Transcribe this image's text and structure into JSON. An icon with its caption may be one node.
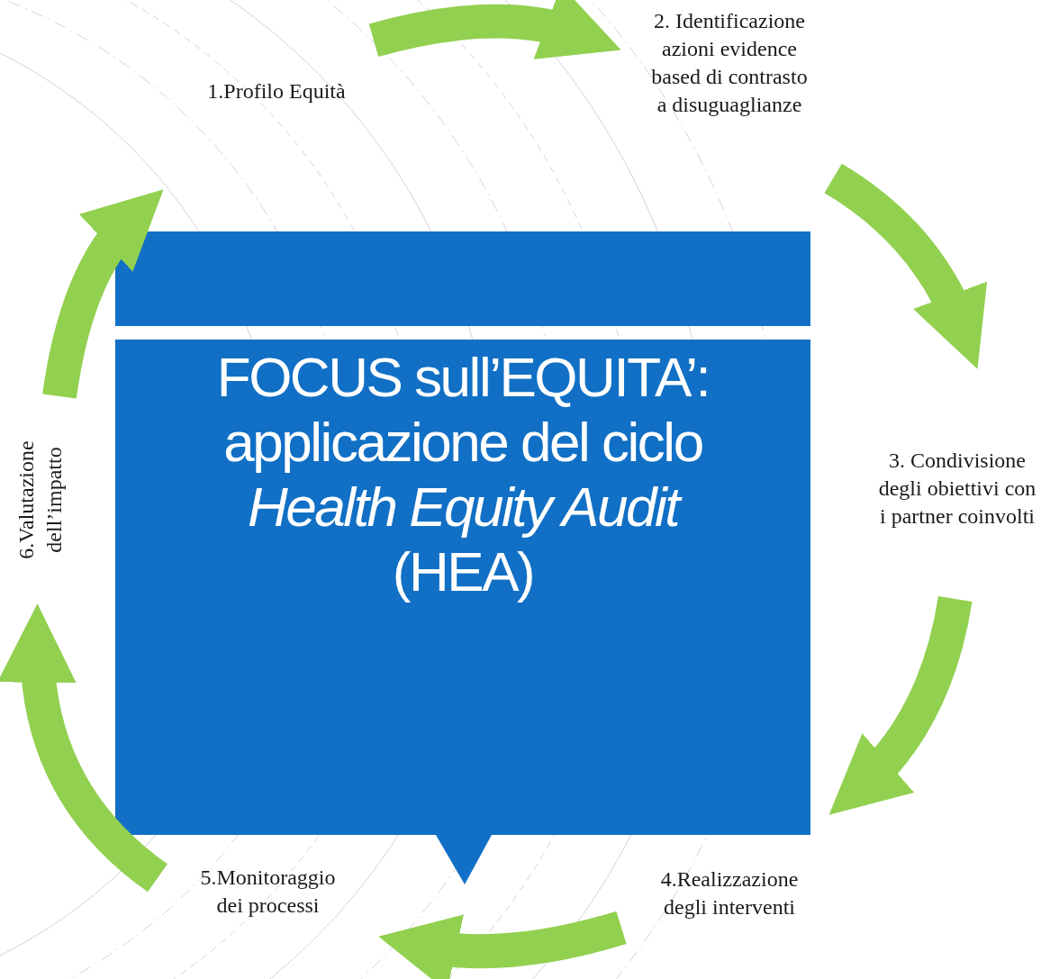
{
  "diagram": {
    "nodes": [
      {
        "text": [],
        "shape": "bar"
      },
      {
        "text": [
          "FOCUS sull’EQUITA’: applicazione del ciclo *Health Equity Audit* (HEA)"
        ]
      },
      {
        "text": [
          "1.Profilo Equità"
        ]
      },
      {
        "text": [
          "2. Identificazione azioni evidence based di contrasto a disuguaglianze"
        ]
      },
      {
        "text": [
          "3. Condivisione degli obiettivi con i partner coinvolti"
        ]
      },
      {
        "text": [
          "4.Realizzazione degli interventi"
        ]
      },
      {
        "text": [
          "5.Monitoraggio dei processi"
        ]
      },
      {
        "text": [
          "6.Valutazione dell’impatto"
        ]
      }
    ],
    "edges": [
      {
        "from": 2,
        "to": 3,
        "arrow": "to"
      },
      {
        "from": 3,
        "to": 4,
        "arrow": "to"
      },
      {
        "from": 4,
        "to": 5,
        "arrow": "to"
      },
      {
        "from": 5,
        "to": 6,
        "arrow": "to"
      },
      {
        "from": 6,
        "to": 7,
        "arrow": "to"
      },
      {
        "from": 7,
        "to": 2,
        "arrow": "to"
      }
    ]
  }
}
